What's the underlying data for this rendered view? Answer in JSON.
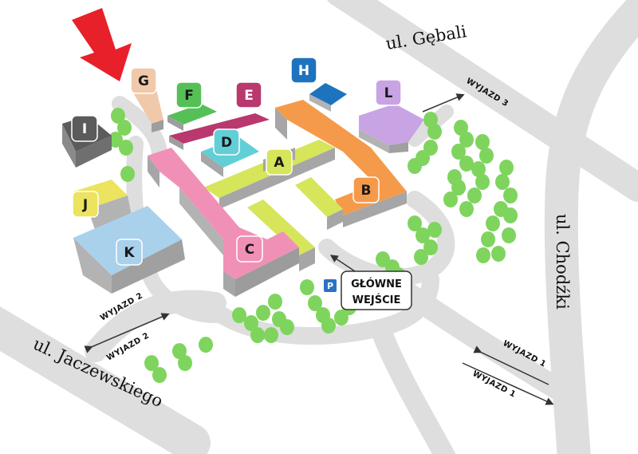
{
  "buildings": [
    {
      "id": "A",
      "label": "A",
      "color": "#d6e55a"
    },
    {
      "id": "B",
      "label": "B",
      "color": "#f59a4a"
    },
    {
      "id": "C",
      "label": "C",
      "color": "#f190b7"
    },
    {
      "id": "D",
      "label": "D",
      "color": "#62cfd6"
    },
    {
      "id": "E",
      "label": "E",
      "color": "#b9386d"
    },
    {
      "id": "F",
      "label": "F",
      "color": "#56c058"
    },
    {
      "id": "G",
      "label": "G",
      "color": "#f0c9aa"
    },
    {
      "id": "H",
      "label": "H",
      "color": "#1e73be"
    },
    {
      "id": "I",
      "label": "I",
      "color": "#5b5b5b"
    },
    {
      "id": "J",
      "label": "J",
      "color": "#ece35e"
    },
    {
      "id": "K",
      "label": "K",
      "color": "#a9d1ec"
    },
    {
      "id": "L",
      "label": "L",
      "color": "#c9a4e4"
    }
  ],
  "streets": {
    "gebali": "ul. Gębali",
    "chodzki": "ul. Chodźki",
    "jaczewskiego": "ul. Jaczewskiego"
  },
  "exits": {
    "exit3": "WYJAZD 3",
    "exit2_top": "WYJAZD 2",
    "exit2_bottom": "WYJAZD 2",
    "exit1_top": "WYJAZD 1",
    "exit1_bottom": "WYJAZD 1"
  },
  "entrance": {
    "line1": "GŁÓWNE",
    "line2": "WEJŚCIE",
    "parking": "P"
  },
  "colors": {
    "road": "#dcdcdc",
    "wall": "#b3b3b3",
    "tree": "#7fd45e",
    "arrow": "#e8202a",
    "parking": "#2a72c5"
  }
}
